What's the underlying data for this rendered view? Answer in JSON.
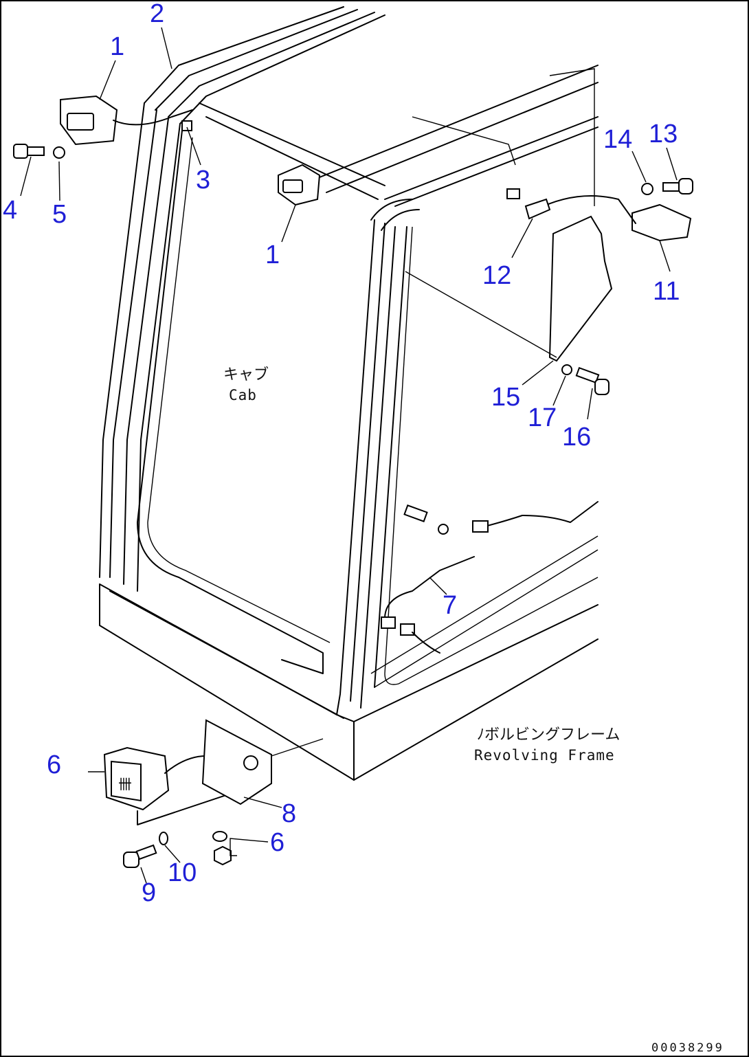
{
  "callouts": [
    "1",
    "2",
    "1",
    "3",
    "4",
    "5",
    "14",
    "13",
    "12",
    "11",
    "15",
    "17",
    "16",
    "7",
    "6",
    "8",
    "6",
    "10",
    "9"
  ],
  "labels": {
    "cab_jp": "キャブ",
    "cab_en": "Cab",
    "frame_jp": "ﾉボルビングフレーム",
    "frame_en": "Revolving Frame"
  },
  "drawing_code": "00038299",
  "colors": {
    "callout": "#1f1fd6",
    "line": "#000000",
    "background": "#ffffff"
  }
}
